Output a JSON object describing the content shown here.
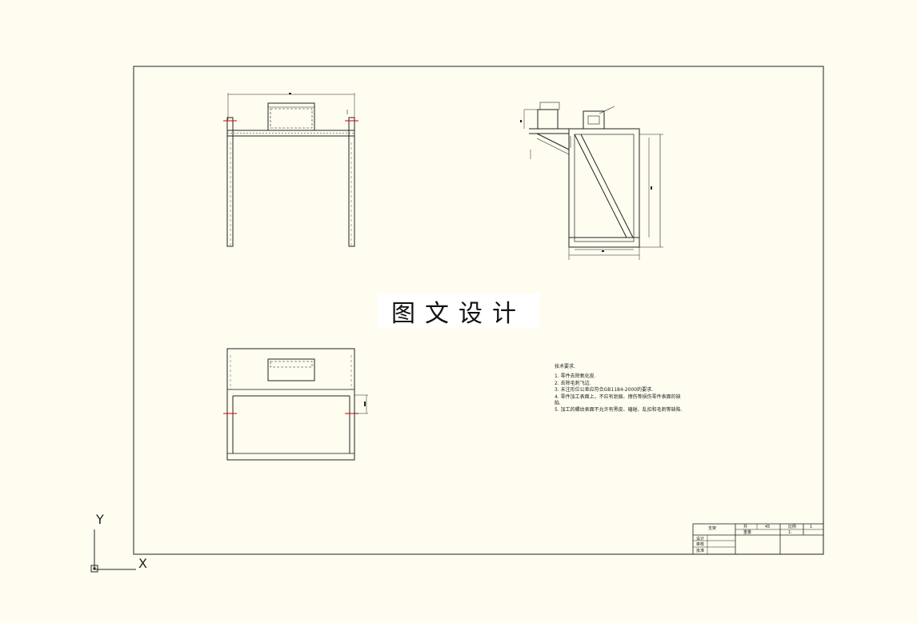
{
  "watermark": "图文设计",
  "technical_requirements": {
    "title": "技术要求.",
    "items": [
      "1. 零件去除氧化皮.",
      "2. 去除毛刺飞边.",
      "3. 未注形位公差应符合GB1184-2000的要求.",
      "4. 零件加工表面上，不应有划痕、擦伤等损伤零件表面的缺陷.",
      "5. 加工的螺纹表面不允许有黑皮、磕碰、乱扣和毛刺等缺陷."
    ]
  },
  "title_block": {
    "part_name": "支架",
    "material": "45",
    "ratio": "1:",
    "designer": "设计",
    "checker": "审核",
    "approver": "批准",
    "sheet": "共",
    "count": "1",
    "scale": "比例",
    "weight": "重量"
  },
  "ucs": {
    "x_label": "X",
    "y_label": "Y"
  },
  "colors": {
    "background": "#fffdf0",
    "line": "#222222",
    "accent": "#d00000"
  }
}
